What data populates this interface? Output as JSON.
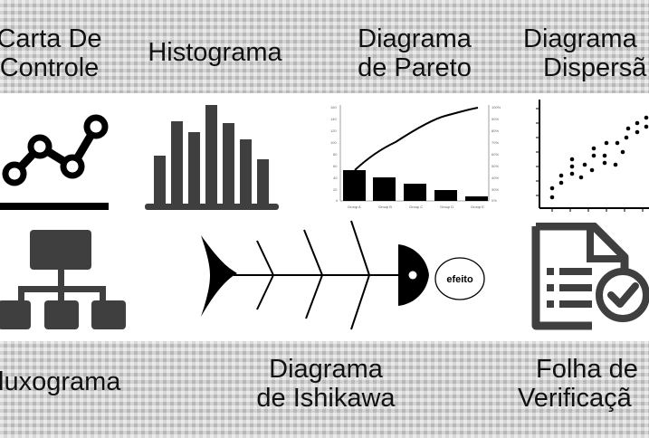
{
  "tools": {
    "control_chart": {
      "line1": "Carta De",
      "line2": "Controle"
    },
    "histogram": {
      "label": "Histograma"
    },
    "pareto": {
      "line1": "Diagrama",
      "line2": "de Pareto",
      "axis_labels": [
        "Group A",
        "Group B",
        "Group C",
        "Group D",
        "Group E"
      ]
    },
    "scatter": {
      "line1": "Diagrama",
      "line2": "Dispersã"
    },
    "flowchart": {
      "label": "luxograma"
    },
    "ishikawa": {
      "line1": "Diagrama",
      "line2": "de Ishikawa",
      "effect_text": "efeito"
    },
    "check_sheet": {
      "line1": "Folha de",
      "line2": "Verificaçã"
    }
  },
  "colors": {
    "icon": "#3f3f3f",
    "black": "#000000",
    "white": "#ffffff"
  }
}
